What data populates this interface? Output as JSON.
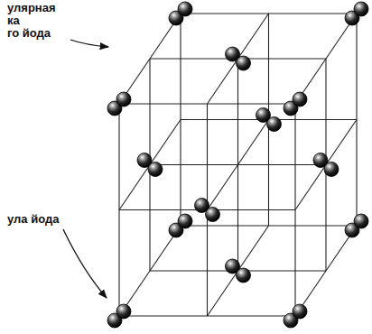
{
  "diagram": {
    "labels": [
      "улярная",
      "ка",
      "го йода",
      "ула йода"
    ]
  }
}
